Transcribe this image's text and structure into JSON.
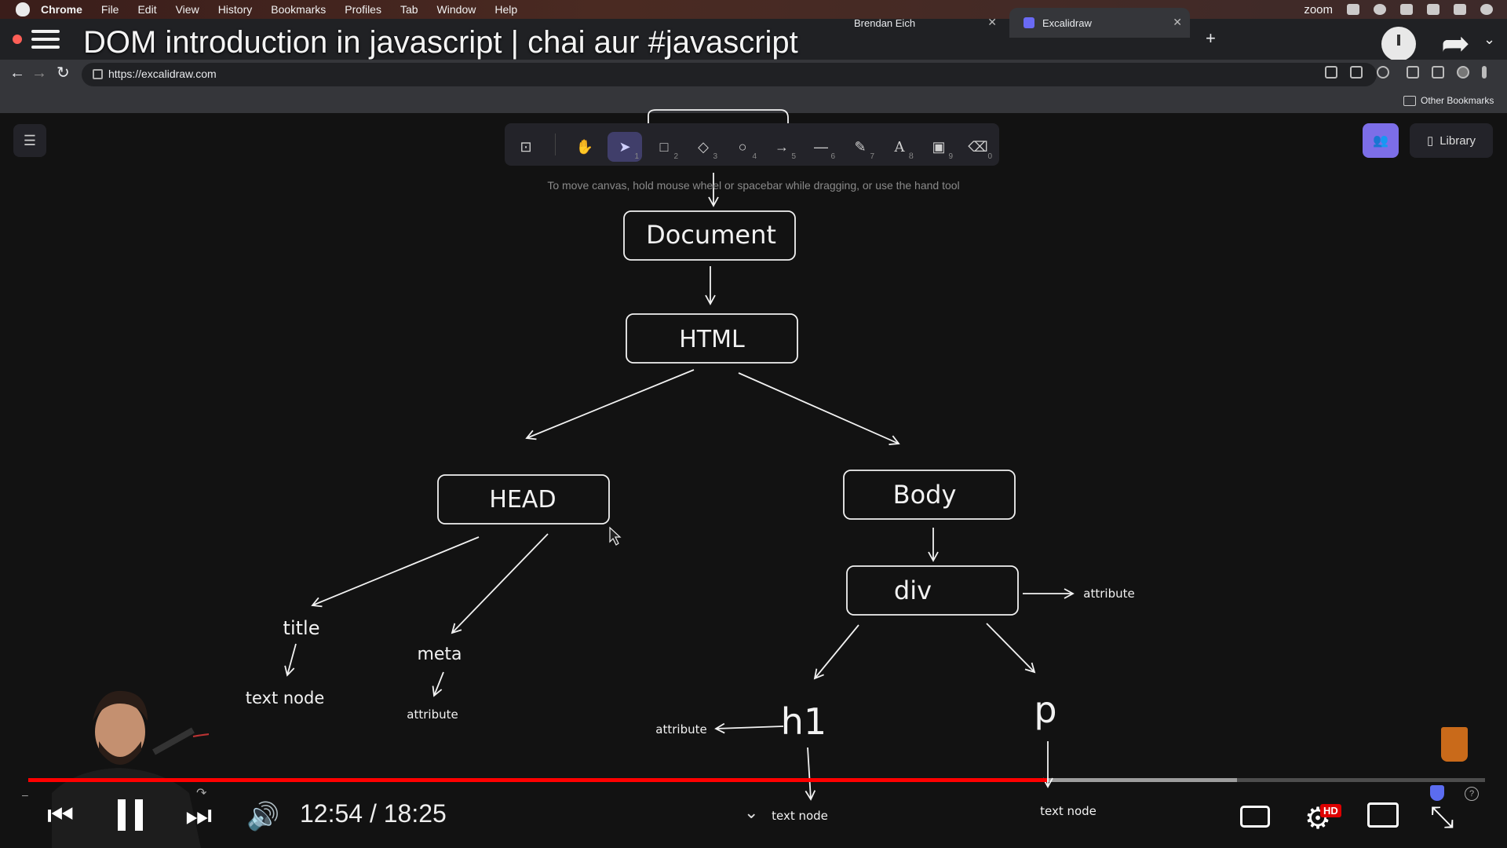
{
  "menubar": {
    "app": "Chrome",
    "items": [
      "File",
      "Edit",
      "View",
      "History",
      "Bookmarks",
      "Profiles",
      "Tab",
      "Window",
      "Help"
    ],
    "right_label": "zoom"
  },
  "tabs": [
    {
      "label": "Brendan Eich"
    },
    {
      "label": "Excalidraw"
    }
  ],
  "address": {
    "url": "https://excalidraw.com"
  },
  "bookmarks": {
    "other": "Other Bookmarks"
  },
  "video": {
    "title": "DOM introduction in javascript | chai aur #javascript",
    "time": "12:54 / 18:25",
    "progress_fraction": 0.6995,
    "buffer_fraction": 0.83
  },
  "excalidraw": {
    "hint": "To move canvas, hold mouse wheel or spacebar while dragging, or use the hand tool",
    "library": "Library",
    "tools": [
      {
        "icon": "padlock-icon",
        "num": ""
      },
      {
        "icon": "hand-icon",
        "num": ""
      },
      {
        "icon": "pointer-icon",
        "num": "1"
      },
      {
        "icon": "rectangle-icon",
        "num": "2"
      },
      {
        "icon": "diamond-icon",
        "num": "3"
      },
      {
        "icon": "ellipse-icon",
        "num": "4"
      },
      {
        "icon": "arrow-icon",
        "num": "5"
      },
      {
        "icon": "line-icon",
        "num": "6"
      },
      {
        "icon": "pencil-icon",
        "num": "7"
      },
      {
        "icon": "text-icon",
        "num": "8"
      },
      {
        "icon": "image-icon",
        "num": "9"
      },
      {
        "icon": "eraser-icon",
        "num": "0"
      }
    ]
  },
  "diagram": {
    "document": "Document",
    "html": "HTML",
    "head": "HEAD",
    "body": "Body",
    "div": "div",
    "title": "title",
    "meta": "meta",
    "text_node_1": "text node",
    "attribute_meta": "attribute",
    "attribute_div": "attribute",
    "attribute_h1": "attribute",
    "h1": "h1",
    "p": "p",
    "text_node_h1": "text node",
    "text_node_p": "text node"
  }
}
